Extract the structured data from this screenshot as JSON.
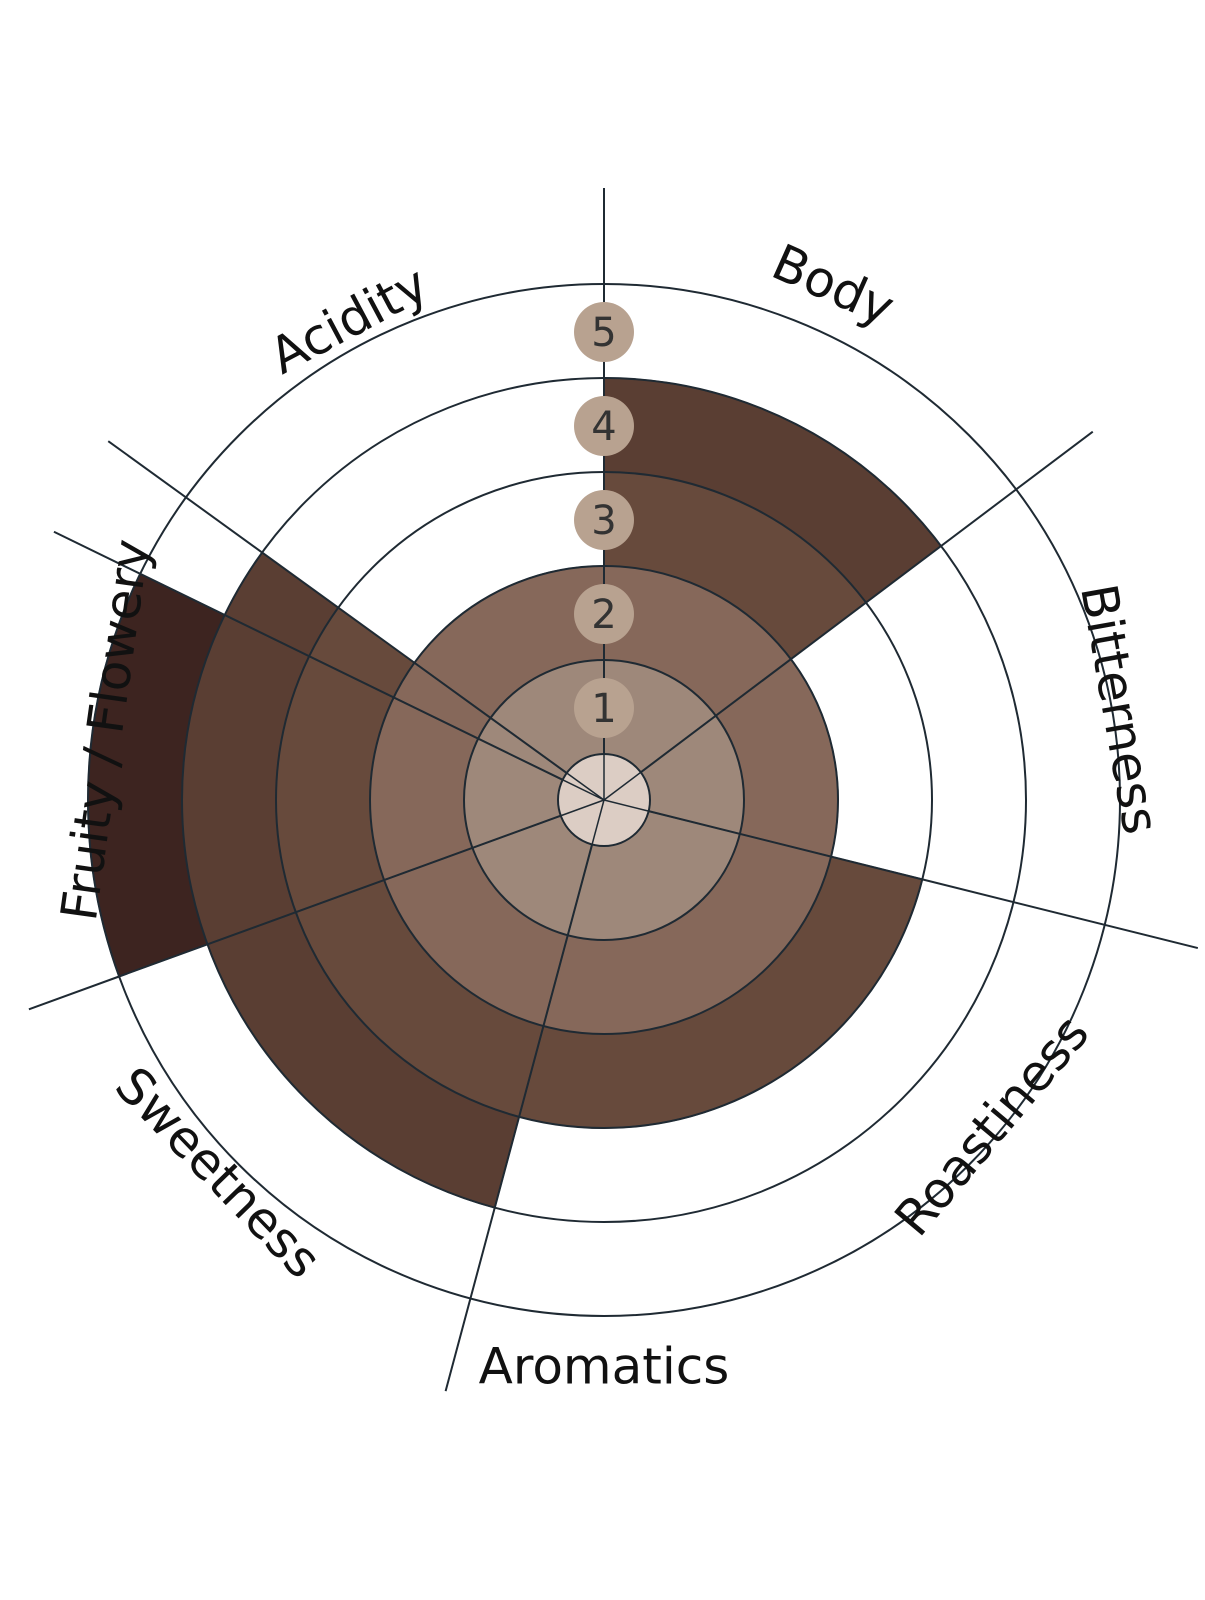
{
  "chart_data": {
    "type": "polar-area",
    "title": "",
    "rmax": 5,
    "ticks": [
      1,
      2,
      3,
      4,
      5
    ],
    "categories": [
      {
        "label": "Body",
        "value": 4
      },
      {
        "label": "Bitterness",
        "value": 2
      },
      {
        "label": "Roastiness",
        "value": 3
      },
      {
        "label": "Aromatics",
        "value": 4
      },
      {
        "label": "Sweetness",
        "value": 5
      },
      {
        "label": "Fruity / Flowery",
        "value": 4
      },
      {
        "label": "Acidity",
        "value": 2
      }
    ],
    "ring_colors": [
      "#dccdc4",
      "#9e887a",
      "#86685a",
      "#674a3c",
      "#5a3e33",
      "#3d2420"
    ],
    "tick_badge_color": "#b8a290",
    "line_color": "#1f2a33"
  }
}
